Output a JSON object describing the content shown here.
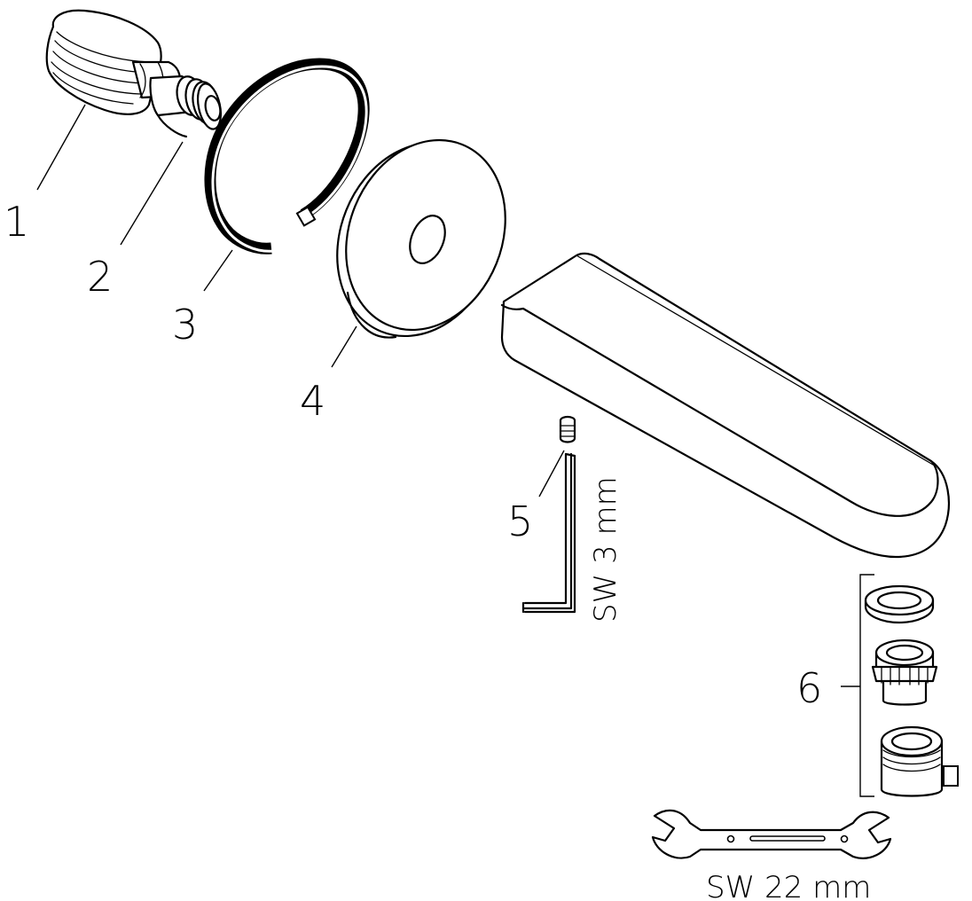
{
  "parts": [
    {
      "number": "1",
      "name": "connector-sleeve"
    },
    {
      "number": "2",
      "name": "adapter-nipple"
    },
    {
      "number": "3",
      "name": "retaining-ring"
    },
    {
      "number": "4",
      "name": "wall-rosette"
    },
    {
      "number": "5",
      "name": "set-screw-and-hex-key"
    },
    {
      "number": "6",
      "name": "aerator-set"
    }
  ],
  "tools": {
    "hex_key_label": "SW 3 mm",
    "wrench_label": "SW 22 mm"
  },
  "colors": {
    "line": "#000000",
    "background": "#ffffff"
  }
}
